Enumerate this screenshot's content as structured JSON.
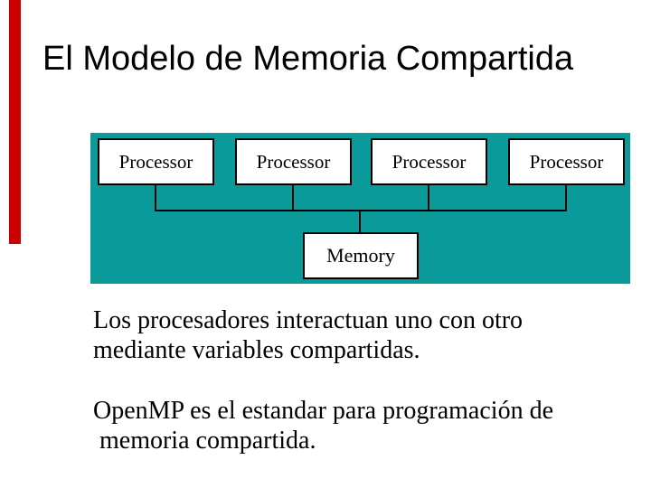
{
  "slide": {
    "title": "El Modelo de Memoria Compartida",
    "accent_color": "#cc0000",
    "diagram": {
      "background_color": "#0a9a9a",
      "box_border_color": "#000000",
      "processor_labels": [
        "Processor",
        "Processor",
        "Processor",
        "Processor"
      ],
      "memory_label": "Memory"
    },
    "body": {
      "paragraph1_line1": "Los procesadores interactuan uno con otro",
      "paragraph1_line2": "mediante variables compartidas.",
      "paragraph2_line1": "OpenMP es el estandar para programación de",
      "paragraph2_line2": "memoria compartida."
    }
  }
}
